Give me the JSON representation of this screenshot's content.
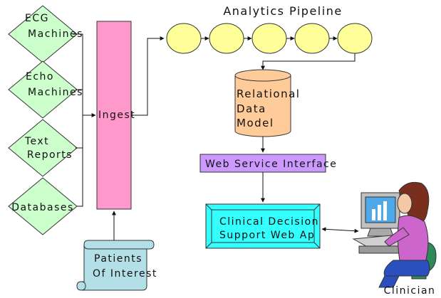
{
  "title": "Analytics Pipeline",
  "sources": [
    {
      "line1": "ECG",
      "line2": "Machines"
    },
    {
      "line1": "Echo",
      "line2": "Machines"
    },
    {
      "line1": "Text",
      "line2": "Reports"
    },
    {
      "line1": "Databases",
      "line2": ""
    }
  ],
  "ingest": {
    "label": "Ingest"
  },
  "pipeline": {
    "stage_count": 5
  },
  "data_model": {
    "line1": "Relational",
    "line2": "Data",
    "line3": "Model"
  },
  "web_service": {
    "label": "Web Service Interface"
  },
  "web_app": {
    "line1": "Clinical Decision",
    "line2": "Support Web Ap"
  },
  "patients": {
    "line1": "Patients",
    "line2": "Of Interest"
  },
  "clinician": {
    "label": "Clinician"
  },
  "colors": {
    "source_fill": "#ccffcc",
    "ingest_fill": "#ff99cc",
    "stage_fill": "#ffff99",
    "cylinder_fill": "#ffcc99",
    "service_fill": "#cc99ff",
    "app_fill": "#33ffff",
    "patients_fill": "#b3e0e6"
  }
}
